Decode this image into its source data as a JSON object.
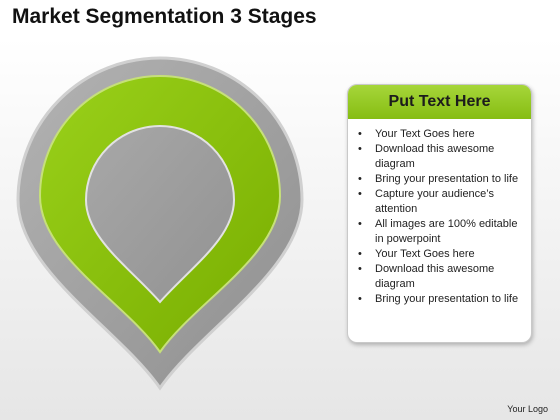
{
  "slide": {
    "title": "Market Segmentation 3 Stages",
    "footer_logo": "Your Logo"
  },
  "colors": {
    "outer_pin": "#a6a6a6",
    "middle_pin": "#8cc20a",
    "inner_pin": "#9e9e9e",
    "header_green": "#93c926"
  },
  "diagram": {
    "type": "nested-location-pin",
    "stages": [
      "outer",
      "middle",
      "inner"
    ]
  },
  "panel": {
    "header": "Put Text Here",
    "bullets": [
      "Your Text Goes here",
      "Download this awesome diagram",
      "Bring your presentation to life",
      "Capture your audience’s attention",
      "All images are 100% editable in powerpoint",
      "Your Text Goes here",
      "Download this awesome diagram",
      "Bring your presentation to life"
    ]
  }
}
